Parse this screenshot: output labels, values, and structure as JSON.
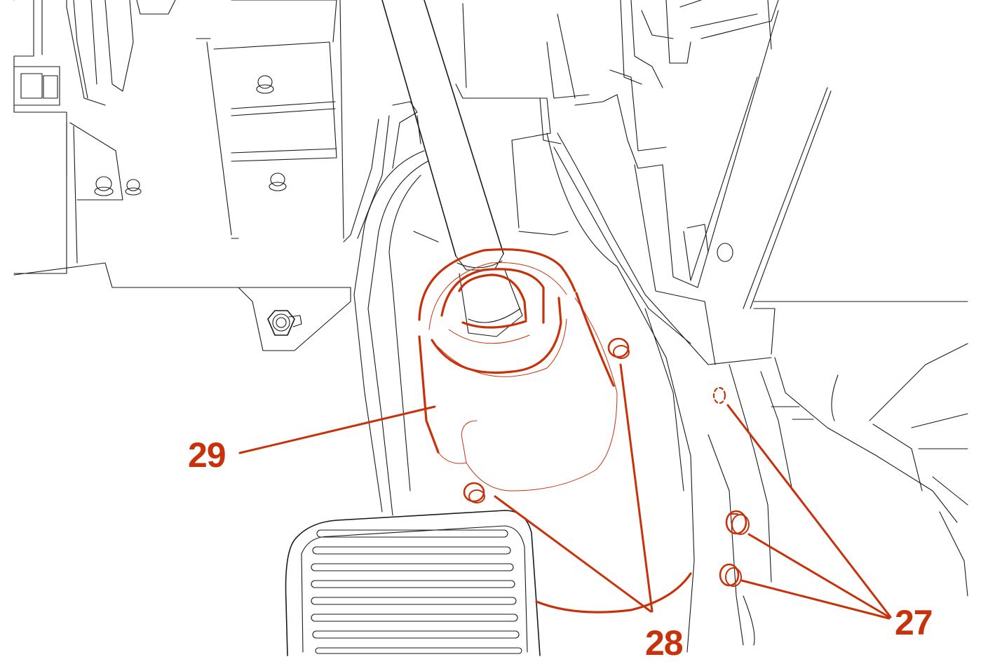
{
  "colors": {
    "line": "#1a1a1a",
    "highlight": "#c8320a",
    "background": "#ffffff"
  },
  "callouts": [
    {
      "id": "27",
      "label": "27",
      "part": "bolt-group-right"
    },
    {
      "id": "28",
      "label": "28",
      "part": "bolt-group-cover"
    },
    {
      "id": "29",
      "label": "29",
      "part": "pedal-boot-cover"
    }
  ]
}
